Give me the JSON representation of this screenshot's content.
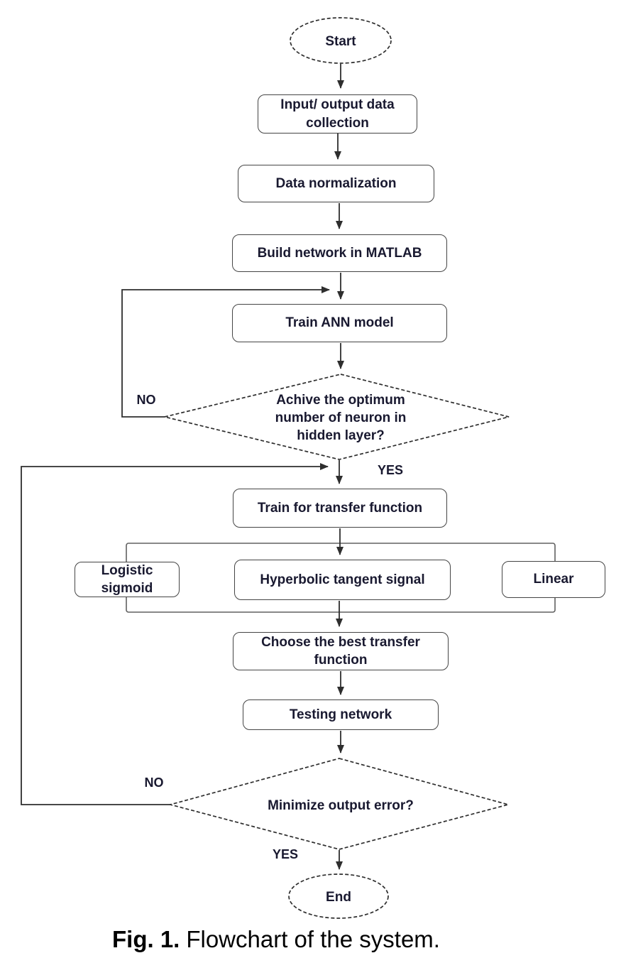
{
  "figure_caption": {
    "prefix": "Fig. 1.",
    "text": "Flowchart of the system."
  },
  "nodes": {
    "start": "Start",
    "input_collection": "Input/ output data collection",
    "data_normalization": "Data normalization",
    "build_network": "Build network in MATLAB",
    "train_ann": "Train ANN model",
    "decision_neuron": "Achive the optimum number of neuron in hidden layer?",
    "train_transfer": "Train for transfer function",
    "logistic_sigmoid": "Logistic sigmoid",
    "hyperbolic_tangent": "Hyperbolic tangent signal",
    "linear": "Linear",
    "choose_best": "Choose the best transfer function",
    "testing_network": "Testing network",
    "decision_error": "Minimize output error?",
    "end": "End"
  },
  "edge_labels": {
    "no1": "NO",
    "yes1": "YES",
    "no2": "NO",
    "yes2": "YES"
  },
  "colors": {
    "background": "#ffffff",
    "line": "#2e2e2e",
    "box_border": "#454545",
    "frame_border": "#606060",
    "node_text": "#191930",
    "caption_text": "#000000"
  }
}
